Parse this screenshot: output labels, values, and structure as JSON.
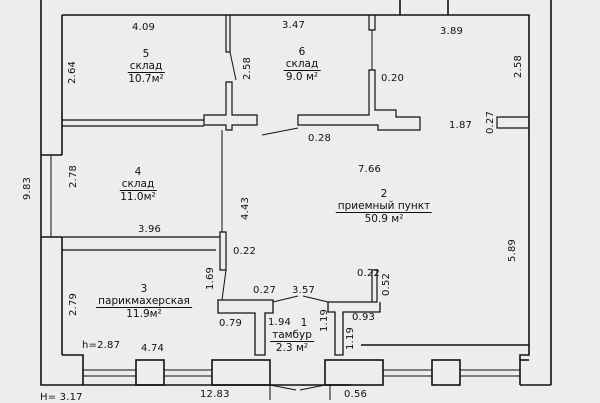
{
  "plan": {
    "rooms": [
      {
        "number": "5",
        "name": "склад",
        "area": "10.7м²"
      },
      {
        "number": "6",
        "name": "склад",
        "area": "9.0 м²"
      },
      {
        "number": "4",
        "name": "склад",
        "area": "11.0м²"
      },
      {
        "number": "2",
        "name": "приемный пункт",
        "area": "50.9 м²"
      },
      {
        "number": "3",
        "name": "парикмахерская",
        "area": "11.9м²"
      },
      {
        "number": "1",
        "name": "тамбур",
        "area": "2.3 м²"
      }
    ],
    "dimensions": {
      "d409": "4.09",
      "d347": "3.47",
      "d389": "3.89",
      "d264": "2.64",
      "d258a": "2.58",
      "d258b": "2.58",
      "d020": "0.20",
      "d028": "0.28",
      "d187": "1.87",
      "d027a": "0.27",
      "d278": "2.78",
      "d983": "9.83",
      "d766": "7.66",
      "d443": "4.43",
      "d396": "3.96",
      "d022a": "0.22",
      "d589": "5.89",
      "d169": "1.69",
      "d279": "2.79",
      "d027b": "0.27",
      "d357": "3.57",
      "d022b": "0.22",
      "d052": "0.52",
      "d079": "0.79",
      "d194": "1.94",
      "d119a": "1.19",
      "d093": "0.93",
      "d119b": "1.19",
      "h": "h=2.87",
      "d474": "4.74",
      "d1283": "12.83",
      "d056": "0.56",
      "hcut": "Н= 3.17"
    }
  }
}
